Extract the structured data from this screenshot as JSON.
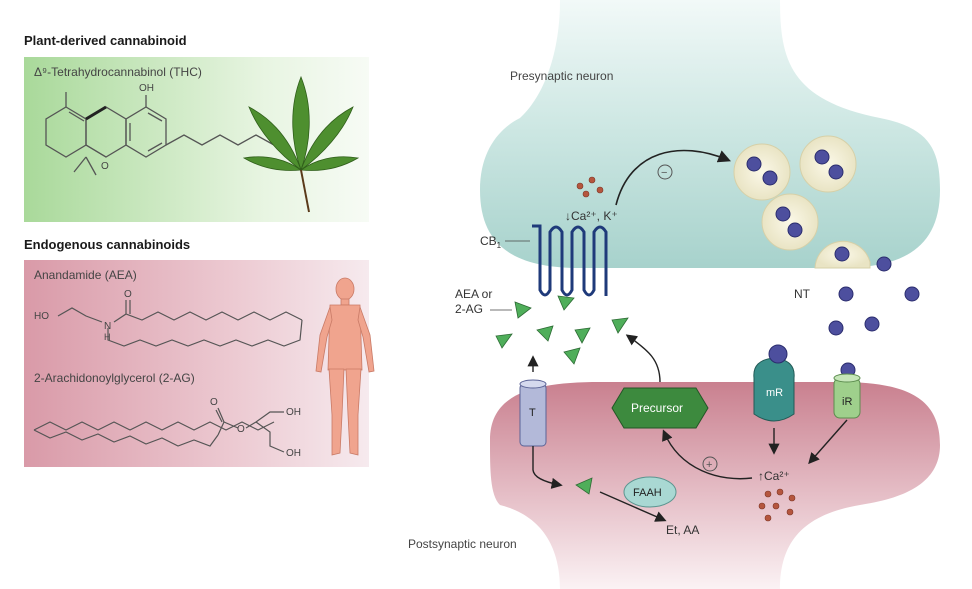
{
  "plant_panel": {
    "heading": "Plant-derived cannabinoid",
    "compound_name": "Δ⁹-Tetrahydrocannabinol (THC)",
    "oh_label": "OH",
    "o_label": "O",
    "colors": {
      "panel_start": "#a9d99a",
      "panel_end": "#f3faf0",
      "leaf": "#4e8f2f"
    }
  },
  "endo_panel": {
    "heading": "Endogenous cannabinoids",
    "aea_name": "Anandamide (AEA)",
    "aea_ho": "HO",
    "aea_n": "N",
    "aea_h": "H",
    "aea_o": "O",
    "twoag_name": "2-Arachidonoylglycerol (2-AG)",
    "twoag_o_carbonyl": "O",
    "twoag_o_ester": "O",
    "twoag_oh1": "OH",
    "twoag_oh2": "OH",
    "colors": {
      "panel_start": "#d99aa8",
      "panel_end": "#f6eaee",
      "body": "#f0a48e"
    }
  },
  "synapse": {
    "presynaptic_label": "Presynaptic neuron",
    "postsynaptic_label": "Postsynaptic neuron",
    "cb1_label": "CB",
    "cb1_sub": "1",
    "ligand_label_line1": "AEA or",
    "ligand_label_line2": "2-AG",
    "ion_label": "↓Ca²⁺, K⁺",
    "minus_symbol": "−",
    "plus_symbol": "+",
    "nt_label": "NT",
    "transporter_label": "T",
    "precursor_label": "Precursor",
    "mr_label": "mR",
    "ir_label": "iR",
    "ca_label": "↑Ca²⁺",
    "faah_label": "FAAH",
    "products_label": "Et, AA",
    "colors": {
      "presynaptic": "#bfe0dc",
      "postsynaptic": "#d9a1ad",
      "receptor": "#1f3a7a",
      "ligand": "#4fae5a",
      "precursor": "#3d8a3e",
      "mr": "#3a8f8a",
      "ir": "#9fd08c",
      "faah": "#a9d8d3",
      "nt": "#4d4f9e",
      "calcium": "#b5563e"
    }
  }
}
